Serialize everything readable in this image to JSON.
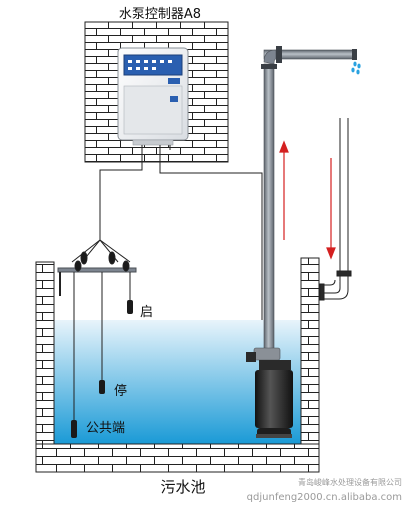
{
  "controller": {
    "title": "水泵控制器A8"
  },
  "labels": {
    "start": "启",
    "stop": "停",
    "common": "公共端",
    "tank": "污水池"
  },
  "watermark": {
    "company": "青岛峻峰水处理设备有限公司",
    "url": "qdjunfeng2000.cn.alibaba.com"
  },
  "colors": {
    "water_top": "#e8f4fb",
    "water_bottom": "#1a9ad6",
    "brick": "#ffffff",
    "mortar": "#222222",
    "pipe": "#7d8590",
    "flow_arrow": "#d42020",
    "drip": "#2aa2e0",
    "controller_body": "#f2f2f2",
    "controller_panel": "#2a5fb0"
  }
}
